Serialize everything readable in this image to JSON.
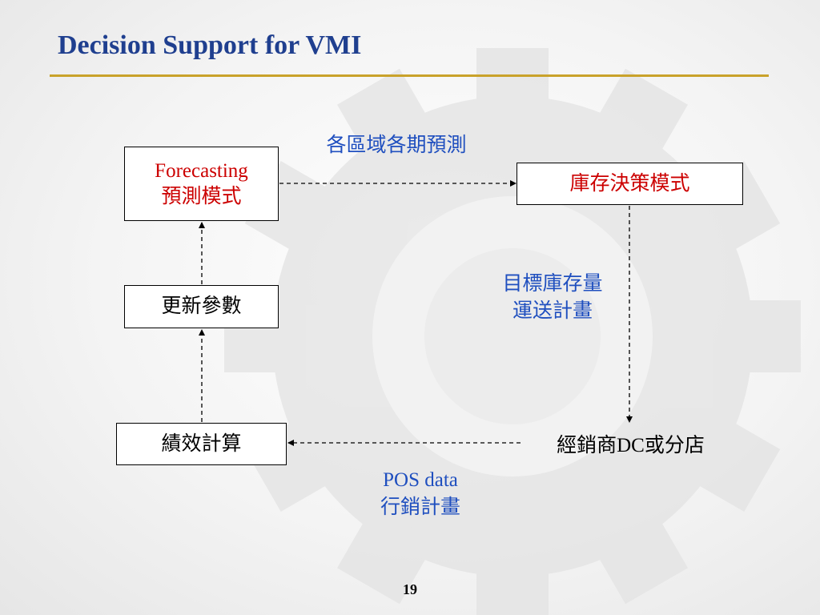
{
  "slide": {
    "title": "Decision Support for VMI",
    "page_number": "19"
  },
  "boxes": {
    "forecasting": {
      "line1": "Forecasting",
      "line2": "預測模式"
    },
    "inventory_decision": {
      "label": "庫存決策模式"
    },
    "update_params": {
      "label": "更新參數"
    },
    "performance": {
      "label": "績效計算"
    }
  },
  "labels": {
    "regional_forecast": "各區域各期預測",
    "target_inventory": "目標庫存量",
    "shipping_plan": "運送計畫",
    "pos_data": "POS data",
    "sales_plan": "行銷計畫",
    "dealer": "經銷商DC或分店"
  },
  "colors": {
    "title": "#1f3f8f",
    "rule": "#c9a22a",
    "red_text": "#cc0000",
    "blue_text": "#1f4fbf"
  }
}
